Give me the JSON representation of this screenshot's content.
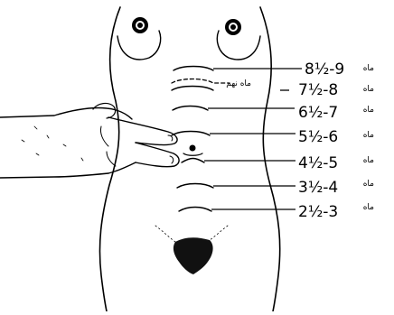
{
  "diagram": {
    "levels": [
      {
        "range": "8½-9",
        "unit": "ماه"
      },
      {
        "range": "7½-8",
        "unit": "ماه"
      },
      {
        "range": "6½-7",
        "unit": "ماه"
      },
      {
        "range": "5½-6",
        "unit": "ماه"
      },
      {
        "range": "4½-5",
        "unit": "ماه"
      },
      {
        "range": "3½-4",
        "unit": "ماه"
      },
      {
        "range": "2½-3",
        "unit": "ماه"
      }
    ],
    "dashed_label": "ماه نهم"
  }
}
